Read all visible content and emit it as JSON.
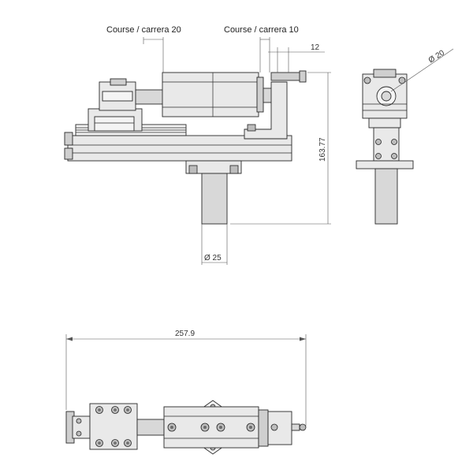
{
  "labels": {
    "stroke_20": "Course / carrera 20",
    "stroke_10": "Course / carrera 10",
    "dim_12": "12",
    "dim_height": "163.77",
    "dim_rod_diameter": "Ø 25",
    "dim_pin_diameter": "Ø 20",
    "dim_total_length": "257.9"
  }
}
